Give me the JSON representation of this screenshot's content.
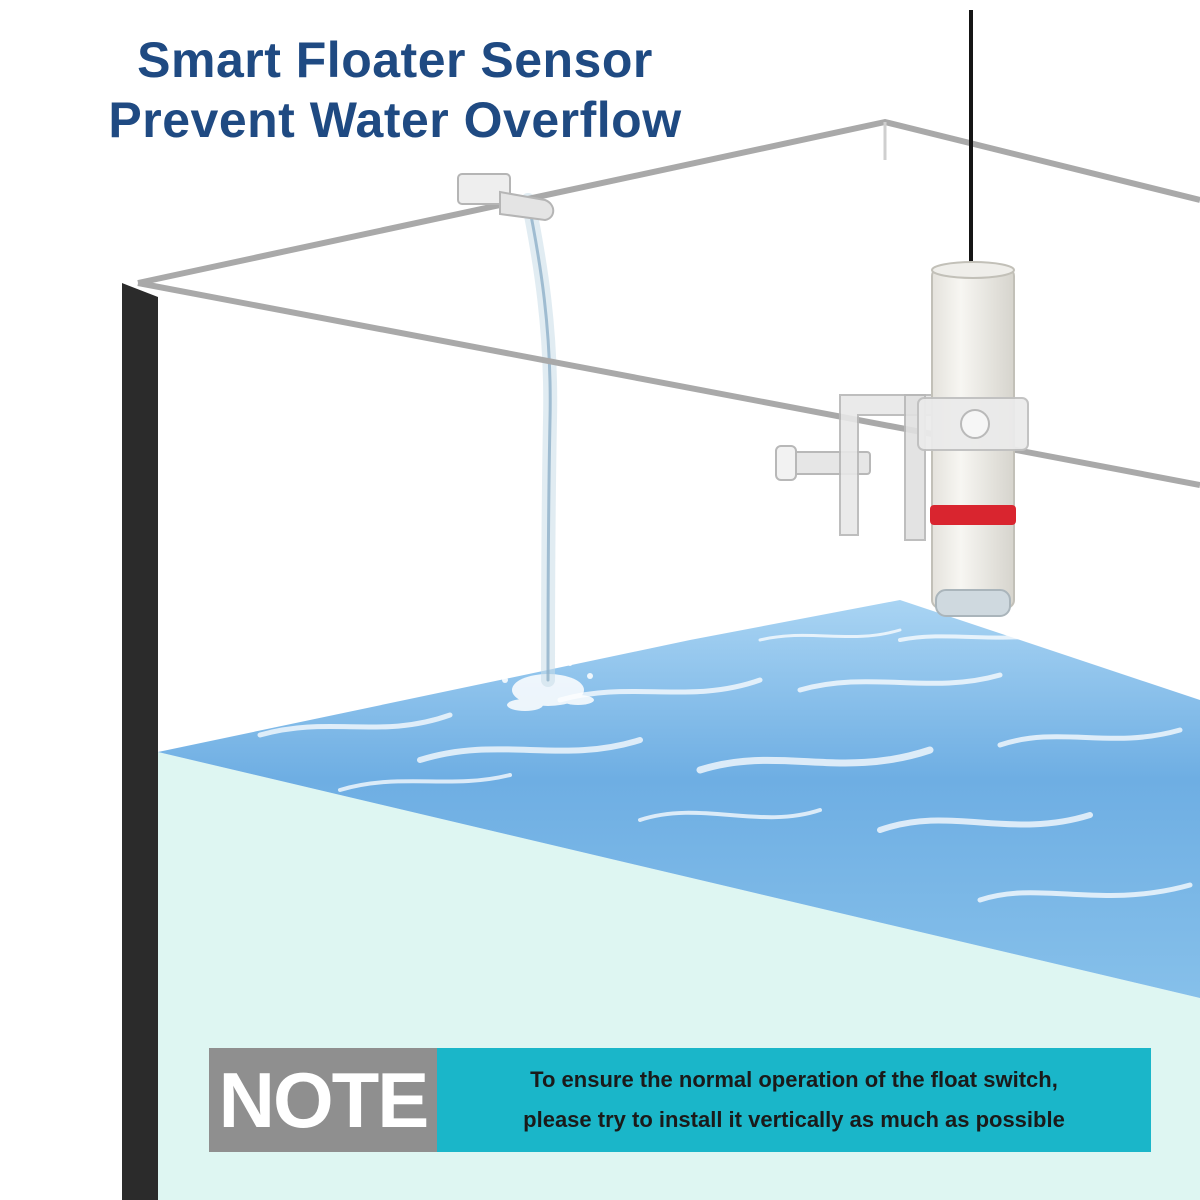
{
  "headline": {
    "line1": "Smart Floater Sensor",
    "line2": "Prevent Water Overflow"
  },
  "note": {
    "label": "NOTE",
    "line1": "To ensure the normal operation of the float switch,",
    "line2": "please try to install it vertically as much as possible"
  },
  "colors": {
    "headline": "#1f4a82",
    "note_label_bg": "#8f8f8f",
    "note_body_bg": "#1ab6c9",
    "water_side": "#def6f2",
    "water_surface": "#76b4e6",
    "sensor_band": "#d9252f"
  }
}
